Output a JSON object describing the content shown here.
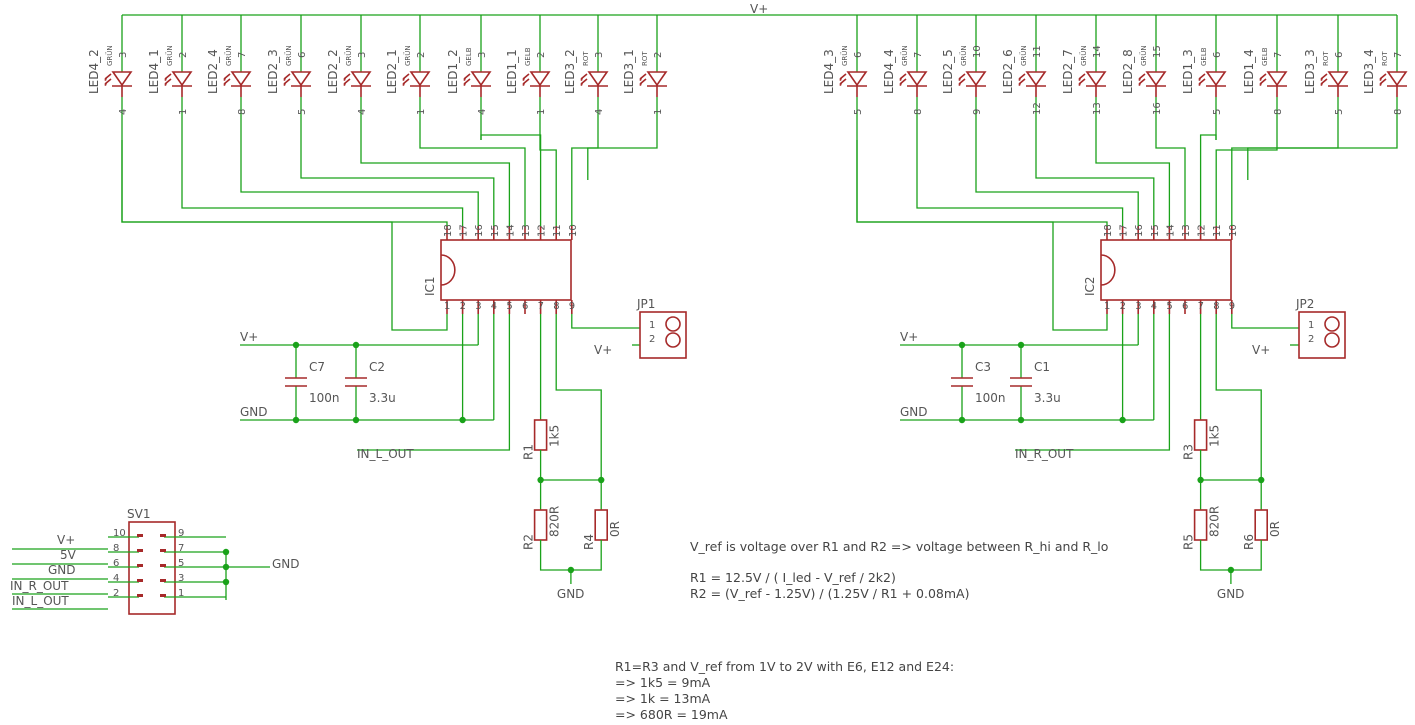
{
  "supply_label": "V+",
  "left": {
    "leds": [
      {
        "name": "LED4_2",
        "color": "GRÜN",
        "anode": "3",
        "cathode": "4"
      },
      {
        "name": "LED4_1",
        "color": "GRÜN",
        "anode": "2",
        "cathode": "1"
      },
      {
        "name": "LED2_4",
        "color": "GRÜN",
        "anode": "7",
        "cathode": "8"
      },
      {
        "name": "LED2_3",
        "color": "GRÜN",
        "anode": "6",
        "cathode": "5"
      },
      {
        "name": "LED2_2",
        "color": "GRÜN",
        "anode": "3",
        "cathode": "4"
      },
      {
        "name": "LED2_1",
        "color": "GRÜN",
        "anode": "2",
        "cathode": "1"
      },
      {
        "name": "LED1_2",
        "color": "GELB",
        "anode": "3",
        "cathode": "4"
      },
      {
        "name": "LED1_1",
        "color": "GELB",
        "anode": "2",
        "cathode": "1"
      },
      {
        "name": "LED3_2",
        "color": "ROT",
        "anode": "3",
        "cathode": "4"
      },
      {
        "name": "LED3_1",
        "color": "ROT",
        "anode": "2",
        "cathode": "1"
      }
    ],
    "ic": "IC1",
    "jp": "JP1",
    "jp_vplus": "V+",
    "caps": [
      {
        "name": "C7",
        "value": "100n"
      },
      {
        "name": "C2",
        "value": "3.3u"
      }
    ],
    "vplus": "V+",
    "gnd": "GND",
    "out": "IN_L_OUT",
    "r_top": {
      "name": "R1",
      "value": "1k5"
    },
    "r_lo": {
      "name": "R2",
      "value": "820R"
    },
    "r_side": {
      "name": "R4",
      "value": "0R"
    },
    "gnd_bottom": "GND"
  },
  "right": {
    "leds": [
      {
        "name": "LED4_3",
        "color": "GRÜN",
        "anode": "6",
        "cathode": "5"
      },
      {
        "name": "LED4_4",
        "color": "GRÜN",
        "anode": "7",
        "cathode": "8"
      },
      {
        "name": "LED2_5",
        "color": "GRÜN",
        "anode": "10",
        "cathode": "9"
      },
      {
        "name": "LED2_6",
        "color": "GRÜN",
        "anode": "11",
        "cathode": "12"
      },
      {
        "name": "LED2_7",
        "color": "GRÜN",
        "anode": "14",
        "cathode": "13"
      },
      {
        "name": "LED2_8",
        "color": "GRÜN",
        "anode": "15",
        "cathode": "16"
      },
      {
        "name": "LED1_3",
        "color": "GELB",
        "anode": "6",
        "cathode": "5"
      },
      {
        "name": "LED1_4",
        "color": "GELB",
        "anode": "7",
        "cathode": "8"
      },
      {
        "name": "LED3_3",
        "color": "ROT",
        "anode": "6",
        "cathode": "5"
      },
      {
        "name": "LED3_4",
        "color": "ROT",
        "anode": "7",
        "cathode": "8"
      }
    ],
    "ic": "IC2",
    "jp": "JP2",
    "jp_vplus": "V+",
    "caps": [
      {
        "name": "C3",
        "value": "100n"
      },
      {
        "name": "C1",
        "value": "3.3u"
      }
    ],
    "vplus": "V+",
    "gnd": "GND",
    "out": "IN_R_OUT",
    "r_top": {
      "name": "R3",
      "value": "1k5"
    },
    "r_lo": {
      "name": "R5",
      "value": "820R"
    },
    "r_side": {
      "name": "R6",
      "value": "0R"
    },
    "gnd_bottom": "GND"
  },
  "ic_pins_top": [
    "18",
    "17",
    "16",
    "15",
    "14",
    "13",
    "12",
    "11",
    "10"
  ],
  "ic_pins_bottom": [
    "1",
    "2",
    "3",
    "4",
    "5",
    "6",
    "7",
    "8",
    "9"
  ],
  "jp_pins": [
    "1",
    "2"
  ],
  "connector": {
    "name": "SV1",
    "left_pins": [
      "10",
      "8",
      "6",
      "4",
      "2"
    ],
    "right_pins": [
      "9",
      "7",
      "5",
      "3",
      "1"
    ],
    "labels": [
      "V+",
      "5V",
      "GND",
      "IN_R_OUT",
      "IN_L_OUT"
    ],
    "gnd": "GND"
  },
  "notes": {
    "vref": "V_ref is voltage over R1 and R2 => voltage between R_hi and R_lo",
    "formula_r1": "R1 = 12.5V / ( I_led - V_ref / 2k2)",
    "formula_r2": "R2 = (V_ref - 1.25V) / (1.25V / R1 + 0.08mA)",
    "table_head": "R1=R3 and V_ref from 1V to 2V with E6, E12 and E24:",
    "row1": "=> 1k5 = 9mA",
    "row2": "=> 1k = 13mA",
    "row3": "=> 680R = 19mA"
  }
}
